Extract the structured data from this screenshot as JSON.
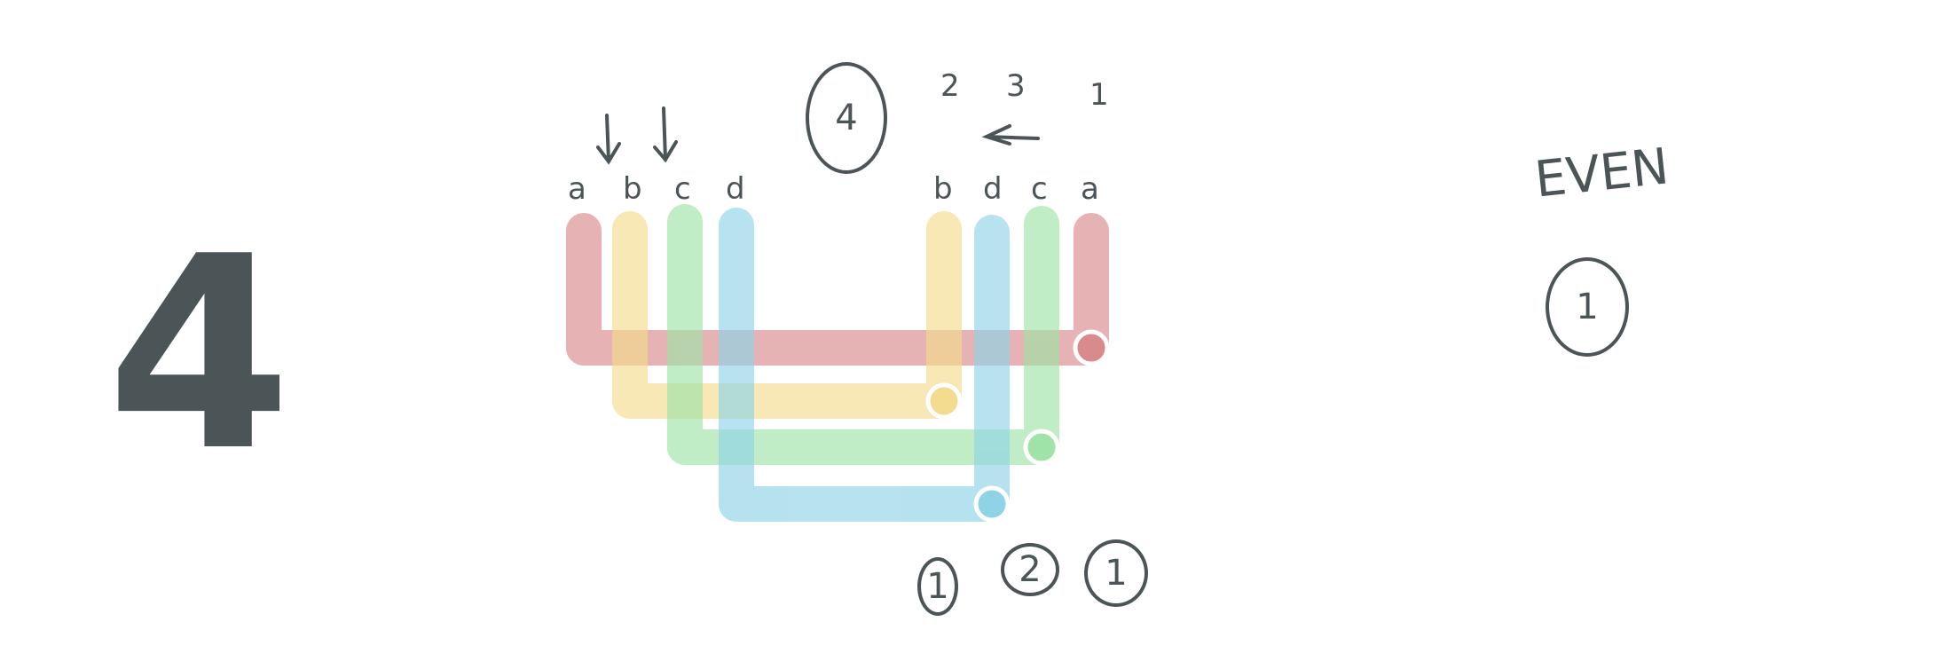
{
  "big_number": "4",
  "circled_top": "4",
  "top_order_numbers": [
    "2",
    "3",
    "1"
  ],
  "left_letters": [
    "a",
    "b",
    "c",
    "d"
  ],
  "right_letters": [
    "b",
    "d",
    "c",
    "a"
  ],
  "bottom_circled": [
    "1",
    "2",
    "1"
  ],
  "right_note": "EVEN",
  "right_circled": "1",
  "colors": {
    "red": "#d98a8c",
    "yellow": "#f3dc8f",
    "green": "#9fe3a8",
    "blue": "#8fd4e6",
    "ink": "#4b5456"
  }
}
